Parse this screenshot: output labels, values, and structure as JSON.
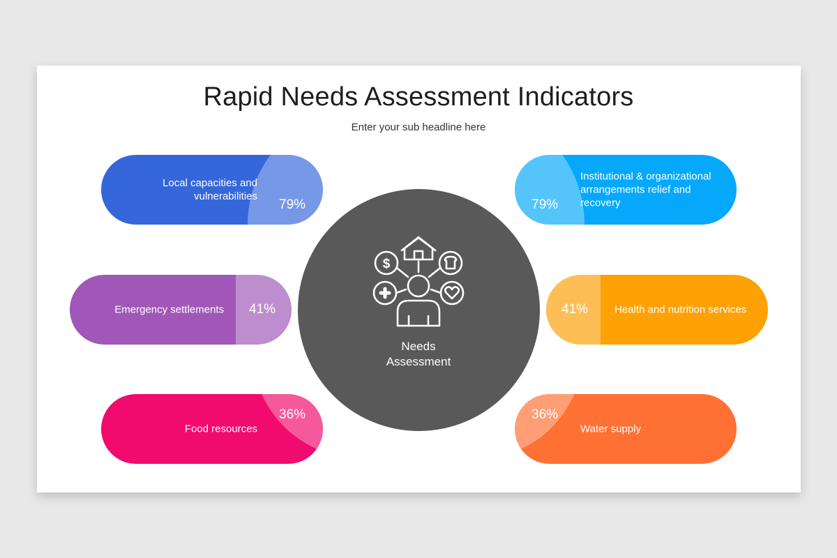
{
  "title": "Rapid Needs Assessment Indicators",
  "subtitle": "Enter your sub headline here",
  "center": {
    "label_line1": "Needs",
    "label_line2": "Assessment"
  },
  "items": [
    {
      "label": "Local capacities and vulnerabilities",
      "percent": "79%",
      "color": "#3567db"
    },
    {
      "label": "Emergency settlements",
      "percent": "41%",
      "color": "#a057b7"
    },
    {
      "label": "Food resources",
      "percent": "36%",
      "color": "#f10b6e"
    },
    {
      "label": "Institutional & organizational arrangements relief and recovery",
      "percent": "79%",
      "color": "#05a8fa"
    },
    {
      "label": "Health and nutrition services",
      "percent": "41%",
      "color": "#fda105"
    },
    {
      "label": "Water supply",
      "percent": "36%",
      "color": "#ff7034"
    }
  ]
}
